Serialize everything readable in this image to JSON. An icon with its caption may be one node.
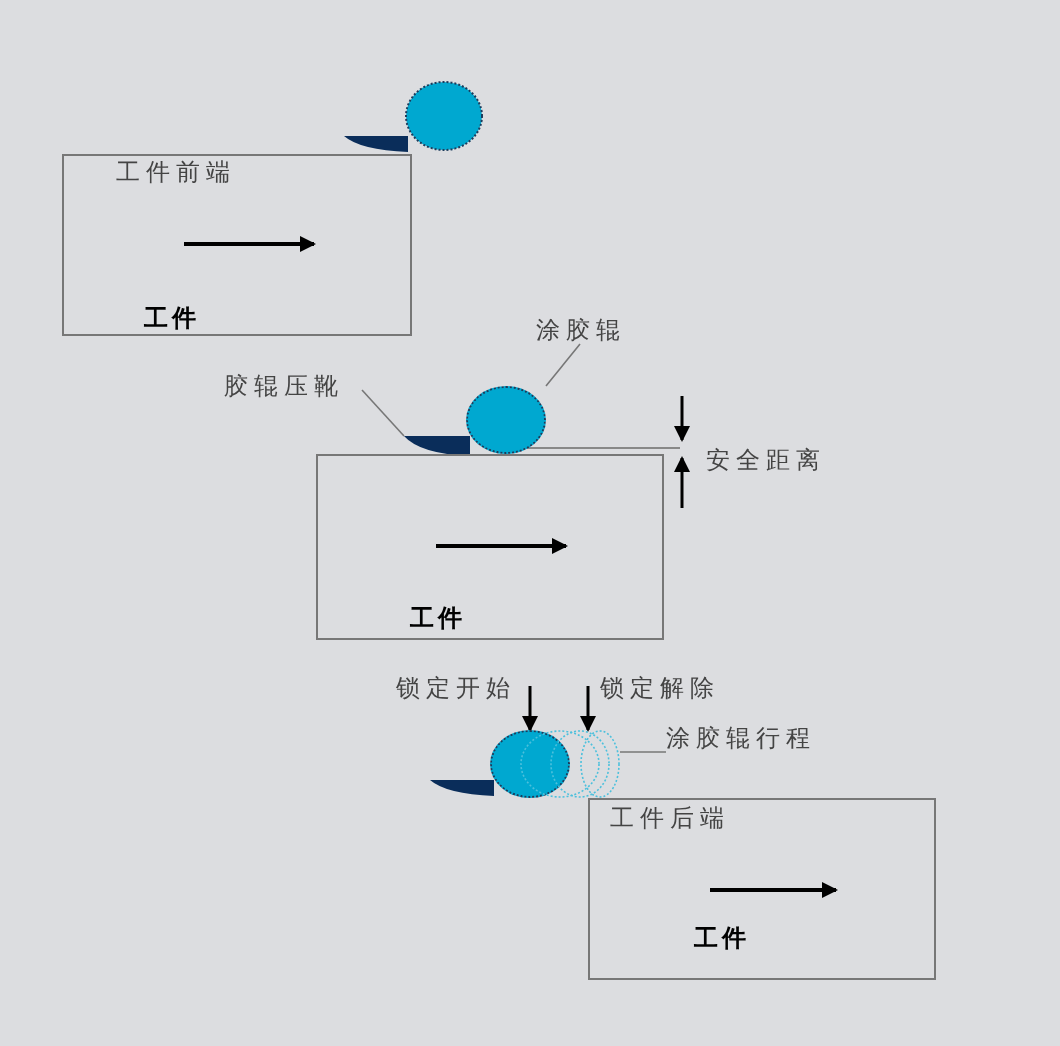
{
  "diagram": {
    "nodes": [
      {
        "text": [
          "工件前端",
          "工件"
        ]
      },
      {
        "text": [
          "涂胶辊"
        ]
      },
      {
        "text": [],
        "shape": "circle"
      },
      {
        "text": [
          "胶辊压靴"
        ]
      },
      {
        "text": [],
        "shape": "wedge"
      },
      {
        "text": [
          "工件"
        ]
      },
      {
        "text": [
          "锁定开始"
        ]
      },
      {
        "text": [],
        "shape": "circle"
      },
      {
        "text": [
          "锁定解除"
        ]
      },
      {
        "text": [],
        "shape": "circle"
      },
      {
        "text": [
          "涂胶辊行程"
        ]
      },
      {
        "text": [
          "工件后端",
          "工件"
        ]
      }
    ],
    "edges": [
      {
        "from": 1,
        "to": 2,
        "arrow": "none"
      },
      {
        "from": 3,
        "to": 4,
        "arrow": "none"
      },
      {
        "from": 6,
        "to": 7,
        "arrow": "to",
        "color": "#000000"
      },
      {
        "from": 8,
        "to": 9,
        "arrow": "to",
        "color": "#000000"
      },
      {
        "from": 10,
        "to": 9,
        "arrow": "none"
      }
    ],
    "labels": [
      "安全距离"
    ]
  }
}
